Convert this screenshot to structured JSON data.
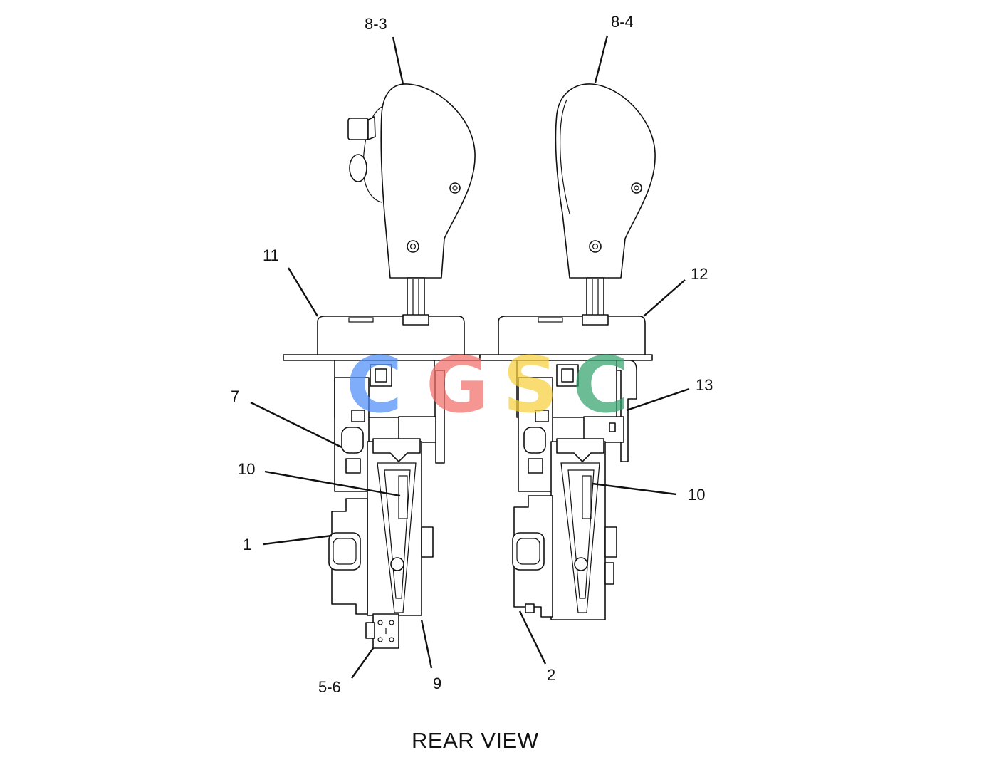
{
  "view_title": "REAR VIEW",
  "watermark": {
    "letters": [
      {
        "char": "C",
        "color": "#4f8ef7"
      },
      {
        "char": "G",
        "color": "#f26f6a"
      },
      {
        "char": "S",
        "color": "#f8cf3c"
      },
      {
        "char": "C",
        "color": "#34a56f"
      }
    ]
  },
  "callouts": {
    "c8_3": "8-3",
    "c8_4": "8-4",
    "c11": "11",
    "c12": "12",
    "c13": "13",
    "c7": "7",
    "c10_left": "10",
    "c10_right": "10",
    "c1": "1",
    "c2": "2",
    "c5_6": "5-6",
    "c9": "9"
  }
}
